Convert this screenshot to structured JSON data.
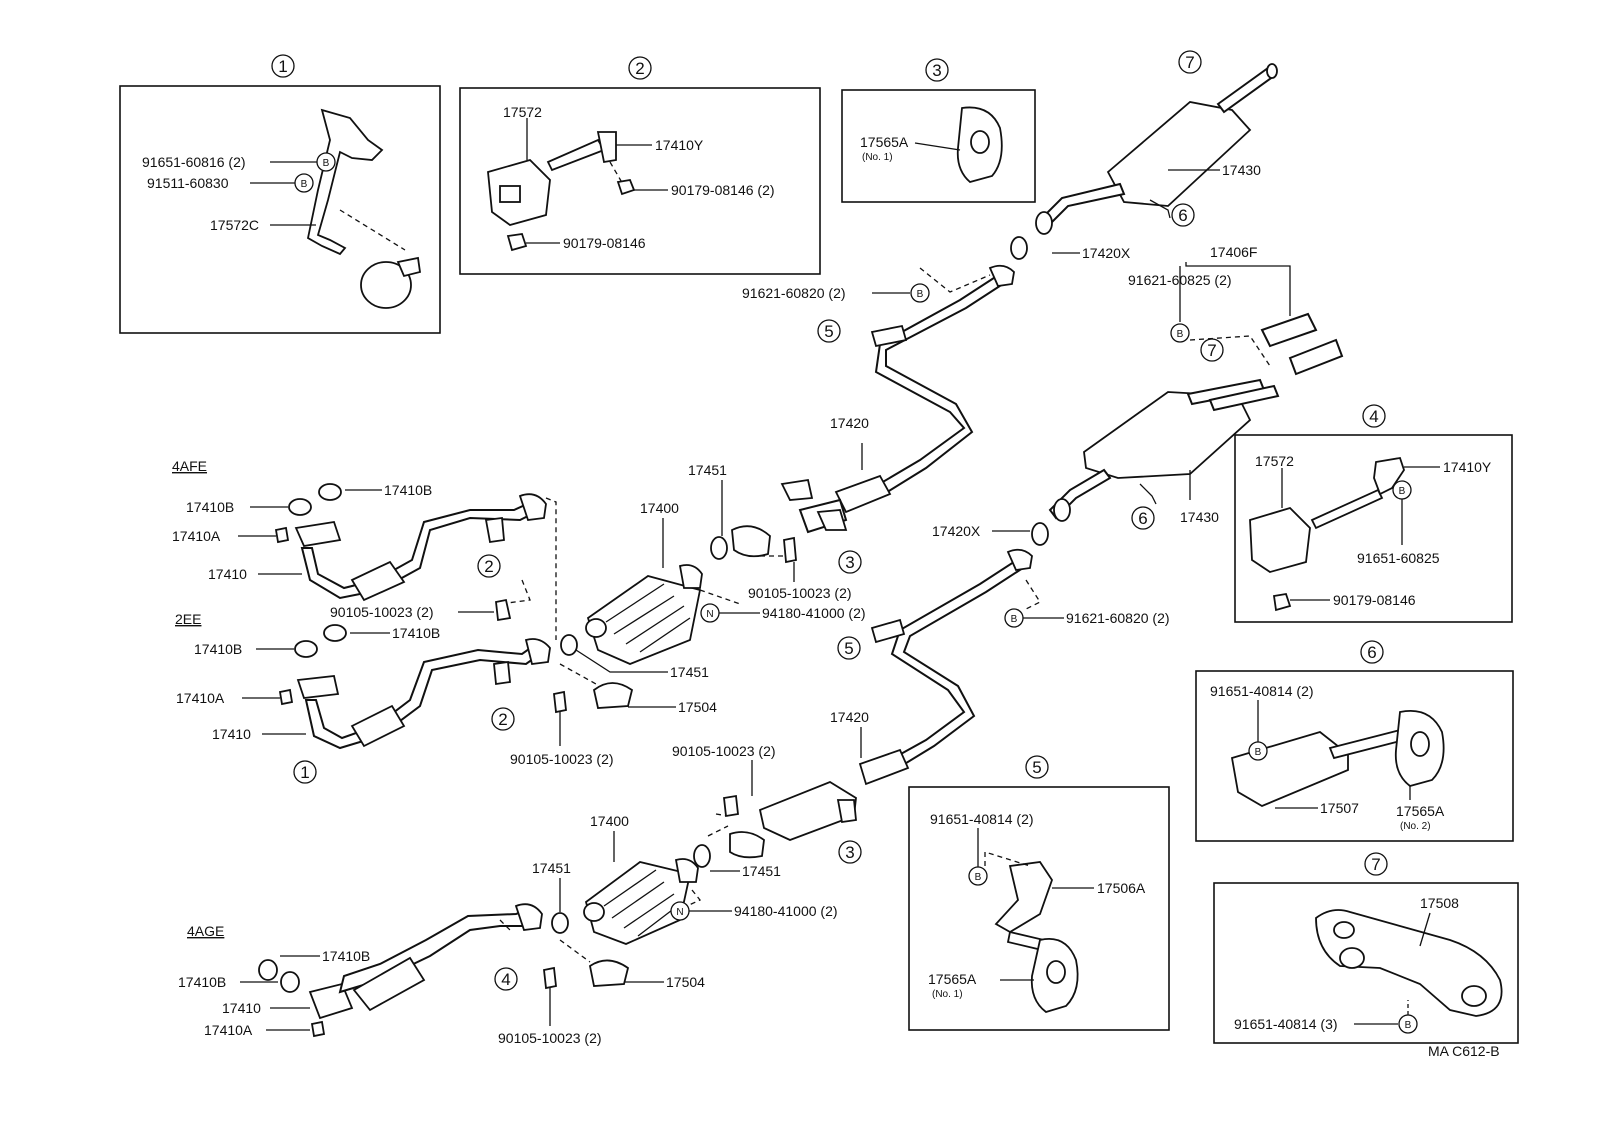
{
  "insets": {
    "i1": {
      "num": "1",
      "labels": [
        "91651-60816 (2)",
        "91511-60830",
        "17572C"
      ],
      "callout": "B"
    },
    "i2": {
      "num": "2",
      "labels": [
        "17572",
        "17410Y",
        "90179-08146 (2)",
        "90179-08146"
      ]
    },
    "i3": {
      "num": "3",
      "label": "17565A",
      "sub": "(No. 1)"
    },
    "i4": {
      "num": "4",
      "labels": [
        "17572",
        "17410Y",
        "91651-60825",
        "90179-08146"
      ],
      "callout": "B"
    },
    "i5": {
      "num": "5",
      "labels": [
        "91651-40814 (2)",
        "17506A",
        "17565A"
      ],
      "sub": "(No. 1)",
      "callout": "B"
    },
    "i6": {
      "num": "6",
      "labels": [
        "91651-40814 (2)",
        "17507",
        "17565A"
      ],
      "sub": "(No. 2)",
      "callout": "B"
    },
    "i7": {
      "num": "7",
      "labels": [
        "17508",
        "91651-40814 (3)"
      ],
      "callout": "B"
    }
  },
  "main": {
    "engines": [
      "4AFE",
      "2EE",
      "4AGE"
    ],
    "labels": {
      "p17430a": "17430",
      "p17420Xa": "17420X",
      "p91621a": "91621-60820 (2)",
      "p17406F": "17406F",
      "p91621b": "91621-60825 (2)",
      "p17420a": "17420",
      "p17451a": "17451",
      "p17400a": "17400",
      "p90105a": "90105-10023 (2)",
      "p94180a": "94180-41000 (2)",
      "p17430b": "17430",
      "p17420Xb": "17420X",
      "p91621c": "91621-60820 (2)",
      "af_17410B_1": "17410B",
      "af_17410B_2": "17410B",
      "af_17410A": "17410A",
      "af_17410": "17410",
      "af_90105": "90105-10023 (2)",
      "ee_17410B_1": "17410B",
      "ee_17410B_2": "17410B",
      "ee_17410A": "17410A",
      "ee_17410": "17410",
      "ee_17451": "17451",
      "ee_17504": "17504",
      "ee_90105": "90105-10023 (2)",
      "p17420b": "17420",
      "p90105b": "90105-10023 (2)",
      "p17400b": "17400",
      "p17451b": "17451",
      "p17451c": "17451",
      "p94180b": "94180-41000 (2)",
      "ag_17410B_1": "17410B",
      "ag_17410B_2": "17410B",
      "ag_17410": "17410",
      "ag_17410A": "17410A",
      "ag_17504": "17504",
      "ag_90105": "90105-10023 (2)"
    },
    "callouts": [
      "1",
      "2",
      "3",
      "4",
      "5",
      "6",
      "7",
      "B",
      "N"
    ]
  },
  "footer": {
    "code": "MA C612-B"
  }
}
